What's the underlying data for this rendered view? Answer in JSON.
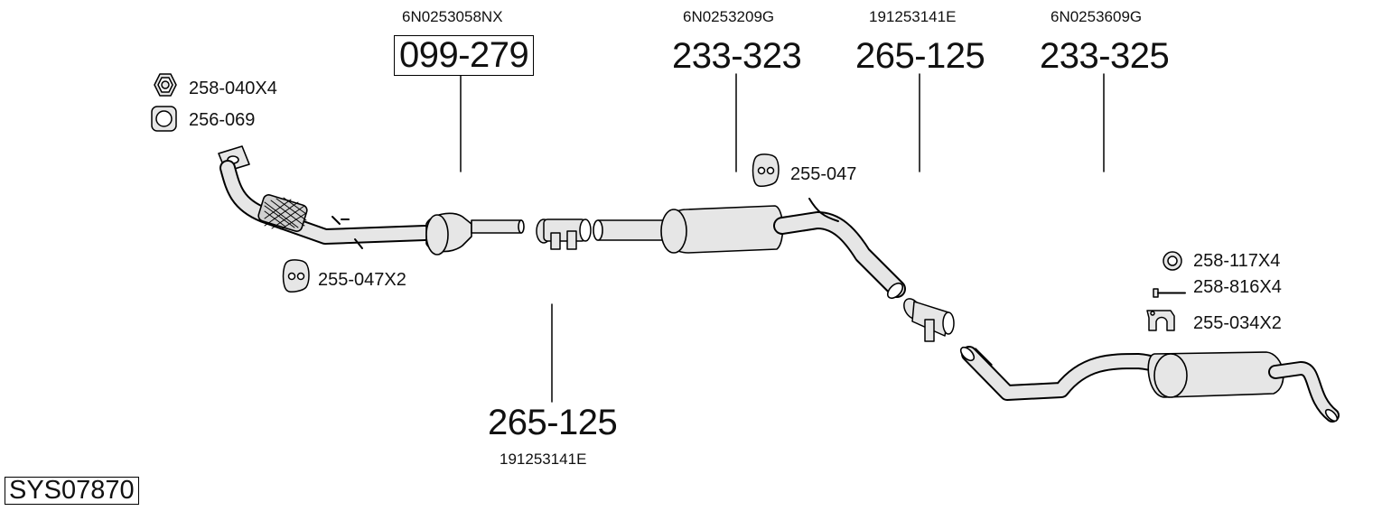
{
  "system_code": "SYS07870",
  "parts": [
    {
      "oe": "6N0253058NX",
      "number": "099-279",
      "boxed": true
    },
    {
      "oe": "6N0253209G",
      "number": "233-323"
    },
    {
      "oe": "191253141E",
      "number": "265-125"
    },
    {
      "oe": "6N0253609G",
      "number": "233-325"
    },
    {
      "oe": "191253141E",
      "number": "265-125"
    }
  ],
  "accessories": [
    {
      "number": "258-040X4",
      "icon": "nut-icon"
    },
    {
      "number": "256-069",
      "icon": "gasket-icon"
    },
    {
      "number": "255-047X2",
      "icon": "rubber-hanger-icon"
    },
    {
      "number": "255-047",
      "icon": "rubber-hanger-icon"
    },
    {
      "number": "258-117X4",
      "icon": "washer-icon"
    },
    {
      "number": "258-816X4",
      "icon": "bolt-icon"
    },
    {
      "number": "255-034X2",
      "icon": "bracket-icon"
    }
  ],
  "colors": {
    "line": "#000000",
    "part_fill": "#e6e6e6",
    "background": "#ffffff"
  }
}
